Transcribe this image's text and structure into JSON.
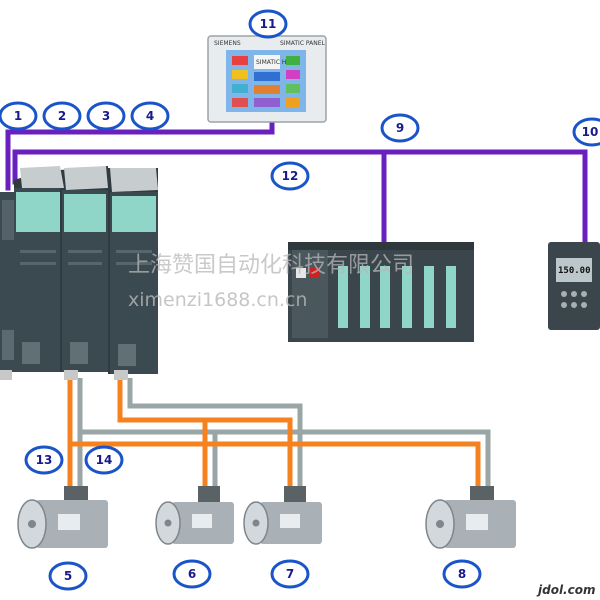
{
  "colors": {
    "bus": "#6a1fbf",
    "badge": "#1a54c9",
    "badge_text": "#1a1a8a",
    "cable_orange": "#f5821f",
    "cable_gray": "#9aa5a5",
    "drive_body": "#3b4950",
    "drive_teal": "#8fd6c8",
    "hmi_screen": "#7fb5e8",
    "motor_body": "#a9b1b6"
  },
  "hmi": {
    "brand": "SIEMENS",
    "title": "SIMATIC PANEL",
    "screen_title": "SIMATIC HMI"
  },
  "inverter": {
    "display": "150.00"
  },
  "callouts": [
    {
      "id": "c1",
      "label": "1"
    },
    {
      "id": "c2",
      "label": "2"
    },
    {
      "id": "c3",
      "label": "3"
    },
    {
      "id": "c4",
      "label": "4"
    },
    {
      "id": "c9",
      "label": "9"
    },
    {
      "id": "c10",
      "label": "10"
    },
    {
      "id": "c11",
      "label": "11"
    },
    {
      "id": "c12",
      "label": "12"
    },
    {
      "id": "c13",
      "label": "13"
    },
    {
      "id": "c14",
      "label": "14"
    },
    {
      "id": "c5",
      "label": "5"
    },
    {
      "id": "c6",
      "label": "6"
    },
    {
      "id": "c7",
      "label": "7"
    },
    {
      "id": "c8",
      "label": "8"
    }
  ],
  "watermark": {
    "chinese": "上海赞国自动化科技有限公司",
    "url": "ximenzi1688.cn.cn"
  },
  "credit": "jdol.com"
}
